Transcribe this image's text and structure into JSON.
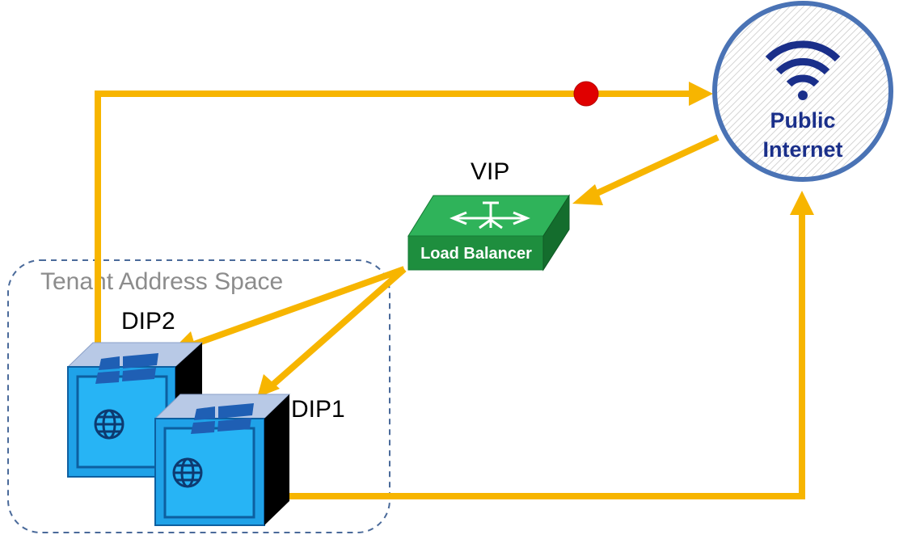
{
  "diagram": {
    "tenant_space_label": "Tenant Address Space",
    "vip_label": "VIP",
    "load_balancer_label": "Load Balancer",
    "dip1_label": "DIP1",
    "dip2_label": "DIP2",
    "internet_label_line1": "Public",
    "internet_label_line2": "Internet"
  },
  "colors": {
    "arrow": "#f7b500",
    "blocked_dot": "#e00000",
    "load_balancer": "#1f9c45",
    "internet_ring": "#4a73b5",
    "internet_text": "#1a2f8a",
    "server_blue": "#1fa2e8",
    "server_top": "#b8c9e6",
    "tenant_border": "#4a6a9a",
    "tenant_text": "#8c8c8c"
  },
  "icons": [
    "wifi-icon",
    "globe-icon",
    "windows-logo-icon",
    "load-balancer-icon"
  ]
}
